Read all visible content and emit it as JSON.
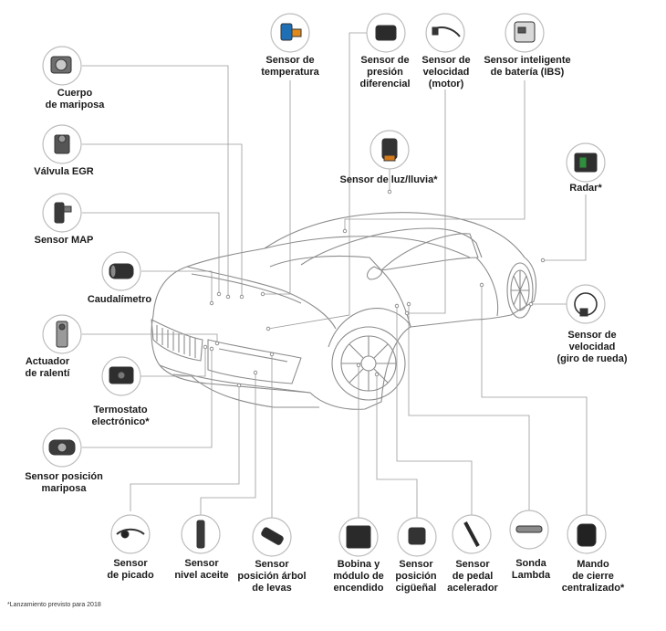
{
  "labels": {
    "cuerpo_mariposa": "Cuerpo\nde mariposa",
    "valvula_egr": "Válvula EGR",
    "sensor_map": "Sensor MAP",
    "caudalimetro": "Caudalímetro",
    "actuador_ralenti": "Actuador\nde ralentí",
    "termostato": "Termostato\nelectrónico*",
    "sensor_posicion_mariposa": "Sensor posición\nmariposa",
    "sensor_temperatura": "Sensor de\ntemperatura",
    "sensor_presion_diferencial": "Sensor de\npresión\ndiferencial",
    "sensor_velocidad_motor": "Sensor de\nvelocidad\n(motor)",
    "sensor_ibs": "Sensor inteligente\nde batería (IBS)",
    "sensor_luz_lluvia": "Sensor de luz/lluvia*",
    "radar": "Radar*",
    "sensor_velocidad_rueda": "Sensor de\nvelocidad\n(giro de rueda)",
    "sensor_picado": "Sensor\nde picado",
    "sensor_nivel_aceite": "Sensor\nnivel aceite",
    "sensor_arbol_levas": "Sensor\nposición árbol\nde levas",
    "bobina_encendido": "Bobina y\nmódulo de\nencendido",
    "sensor_ciguenal": "Sensor\nposición\ncigüeñal",
    "sensor_pedal": "Sensor\nde pedal\nacelerador",
    "sonda_lambda": "Sonda\nLambda",
    "mando_cierre": "Mando\nde cierre\ncentralizado*"
  },
  "footnote": "*Lanzamiento previsto para 2018",
  "colors": {
    "leader_line": "#9a9a9a",
    "car_outline": "#8c8c8c",
    "icon_ring": "#bdbdbd",
    "text": "#1a1a1a"
  }
}
